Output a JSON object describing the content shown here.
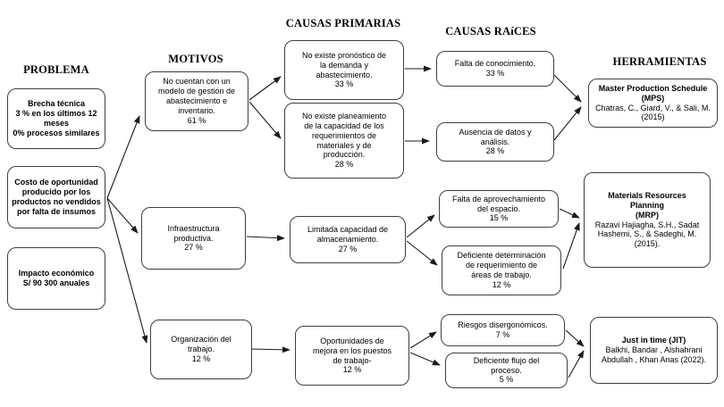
{
  "diagram": {
    "colors": {
      "background": "#ffffff",
      "box_border": "#3f3f3f",
      "line": "#1a1a1a",
      "text": "#000000"
    },
    "columns": {
      "problema": {
        "title": "PROBLEMA",
        "boxes": [
          {
            "text": "Brecha técnica\n3 % en los últimos 12\nmeses\n0% procesos similares"
          },
          {
            "text": "Costo de oportunidad\nproducido por los\nproductos no vendidos\npor falta de insumos"
          },
          {
            "text": "Impacto económico\nS/ 90 300 anuales"
          }
        ]
      },
      "motivos": {
        "title": "MOTIVOS",
        "boxes": [
          {
            "text": "No cuentan con un\nmodelo de gestión de\nabastecimiento e\ninventario.\n61 %"
          },
          {
            "text": "Infraestructura\nproductiva.\n27 %"
          },
          {
            "text": "Organización del\ntrabajo.\n12 %"
          }
        ]
      },
      "causas_primarias": {
        "title": "CAUSAS PRIMARIAS",
        "boxes": [
          {
            "text": "No existe pronóstico de\nla demanda y\nabastecimiento.\n33 %"
          },
          {
            "text": "No existe planeamiento\nde la capacidad de los\nrequerimientos de\nmateriales y de\nproducción.\n28 %"
          },
          {
            "text": "Limitada capacidad de\nalmacenamiento.\n27 %"
          },
          {
            "text": "Oportunidades de\nmejora en los puestos\nde trabajo-\n12 %"
          }
        ]
      },
      "causas_raices": {
        "title": "CAUSAS RAíCES",
        "boxes": [
          {
            "text": "Falta de conocimiento.\n33 %"
          },
          {
            "text": "Ausencia de datos y\nanálisis.\n28 %"
          },
          {
            "text": "Falta de aprovechamiento\ndel espacio.\n15 %"
          },
          {
            "text": "Deficiente determinación\nde requerimiento de\náreas de trabajo.\n12 %"
          },
          {
            "text": "Riesgos disergonómicos.\n7 %"
          },
          {
            "text": "Deficiente flujo del\nproceso.\n5 %"
          }
        ]
      },
      "herramientas": {
        "title": "HERRAMIENTAS",
        "boxes": [
          {
            "name": "Master Production Schedule\n(MPS)",
            "citation": "Chatras, C., Giard, V., & Sali, M.\n(2015)"
          },
          {
            "name": "Materials Resources\nPlanning\n(MRP)",
            "citation": "Razavi Hajiagha, S.H., Sadat\nHashemi, S., & Sadeghi, M.\n(2015)."
          },
          {
            "name": "Just in time (JIT)",
            "citation": "Balkhi, Bandar , Alshahrani\nAbdullah , Khan Anas (2022)."
          }
        ]
      }
    }
  }
}
